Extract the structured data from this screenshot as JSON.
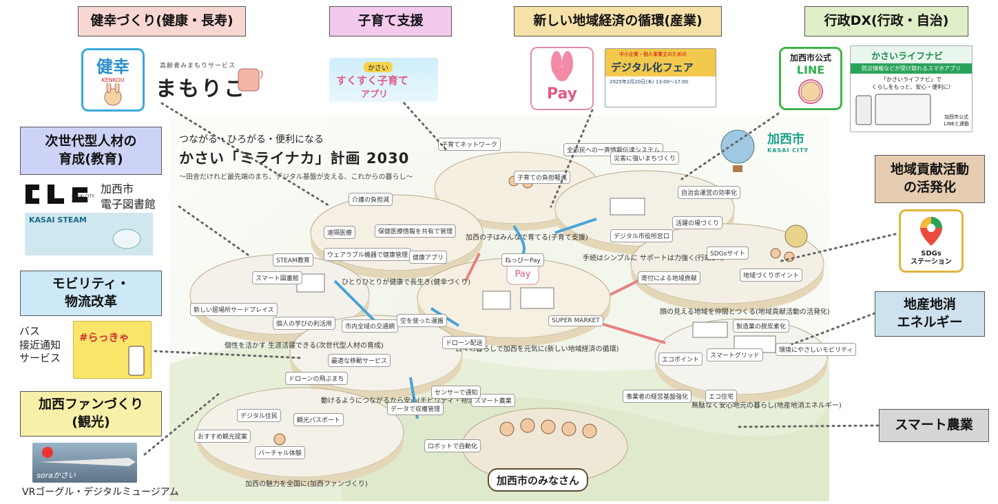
{
  "categories": {
    "health": {
      "label": "健幸づくり(健康・長寿)",
      "color": "#f8d7d2"
    },
    "childcare": {
      "label": "子育て支援",
      "color": "#f4c9ee"
    },
    "economy": {
      "label": "新しい地域経済の循環(産業)",
      "color": "#f6e1a8"
    },
    "admin": {
      "label": "行政DX(行政・自治)",
      "color": "#dff0c8"
    },
    "education": {
      "label": "次世代型人材の\n育成(教育)",
      "color": "#cdd3f6"
    },
    "community": {
      "label": "地域貢献活動\nの活発化",
      "color": "#e6ccb0"
    },
    "mobility": {
      "label": "モビリティ・\n物流改革",
      "color": "#cde9f7"
    },
    "energy": {
      "label": "地産地消\nエネルギー",
      "color": "#cde1ee"
    },
    "tourism": {
      "label": "加西ファンづくり\n(観光)",
      "color": "#f8f0a8"
    },
    "agri": {
      "label": "スマート農業",
      "color": "#d6d6d6"
    }
  },
  "services": {
    "kenkou": {
      "title": "健幸",
      "sub": "KENKOU"
    },
    "mamorico": {
      "tag": "高齢者みまもりサービス",
      "name": "まもりこ"
    },
    "sukusuku": {
      "tag": "かさい",
      "line1": "すくすく子育て",
      "line2": "アプリ"
    },
    "pay": {
      "name": "Pay"
    },
    "digital_fair": {
      "top": "中小企業・個人事業主のための",
      "title": "デジタル化フェア",
      "date": "2025年2月20日(木) 13:00〜17:00"
    },
    "line": {
      "top": "加西市公式",
      "name": "LINE"
    },
    "lifenavi": {
      "title": "かさいライフナビ",
      "sub": "防災情報などが受け取れるスマホアプリ",
      "quote": "「かさいライフナビ」で\nくらしをもっと、安心・便利に!",
      "line_note": "加西市公式\nLINEと連動"
    },
    "library": {
      "name": "加西市\n電子図書館",
      "mark": "KASAI CITY\nLIBRARY"
    },
    "steam": {
      "name": "KASAI STEAM"
    },
    "bus": {
      "text": "バス\n接近通知\nサービス",
      "app": "#らっきゃ"
    },
    "sdgs": {
      "name": "SDGs\nステーション"
    },
    "vr": {
      "text": "VRゴーグル・デジタルミュージアム",
      "brand": "soraかさい"
    }
  },
  "poster": {
    "tagline": "つながる・ひろがる・便利になる",
    "title": "かさい「ミライナカ」計画 2030",
    "subtitle": "〜田舎だけれど最先端のまち、デジタル基盤が支える、これからの暮らし〜",
    "city_logo": "加西市",
    "city_logo_en": "KASAI CITY",
    "residents_banner": "加西市のみなさん",
    "discs": [
      "加西の子はみんなで育てる(子育て支援)",
      "ひとりひとりが健康で長生き(健幸づくり)",
      "手続はシンプルに サポートは力強く(行政DX)",
      "個性を活かす 生涯活躍できる(次世代型人材の育成)",
      "日々の暮らしで加西を元気に(新しい地域経済の循環)",
      "顔の見える地域を仲間とつくる(地域貢献活動の活発化)",
      "動けるようにつながるから安心(モビリティ・物流改革)",
      "無駄なく安心地元の暮らし(地産地消エネルギー)",
      "加西の魅力を全国に(加西ファンづくり)"
    ],
    "badges": [
      "子育てネットワーク",
      "子育ての負担軽減",
      "介護の負担減",
      "保健医療情報を共有で管理",
      "遠隔医療",
      "ウェアラブル機器で健康管理",
      "健康アプリ",
      "全市民への一斉情報伝達システム",
      "災害に強いまちづくり",
      "自治会運営の効率化",
      "デジタル市役所窓口",
      "STEAM教育",
      "スマート図書館",
      "新しい居場所サードプレイス",
      "個人の学びの利活用",
      "ねっぴーPay",
      "SUPER MARKET",
      "活躍の場づくり",
      "SDGsサイト",
      "寄付による地域貢献",
      "地域づくりポイント",
      "市内全域の交通網",
      "空を使った運搬",
      "最適な移動サービス",
      "ドローン配送",
      "ドローンの飛ぶまち",
      "製造業の脱炭素化",
      "スマートグリッド",
      "環境にやさしいモビリティ",
      "エコポイント",
      "エコ住宅",
      "事業者の経営基盤強化",
      "スマート農業",
      "センサーで通知",
      "データで収穫管理",
      "ロボットで自動化",
      "デジタル住民",
      "観光パスポート",
      "おすすめ観光提案",
      "バーチャル体験"
    ]
  }
}
